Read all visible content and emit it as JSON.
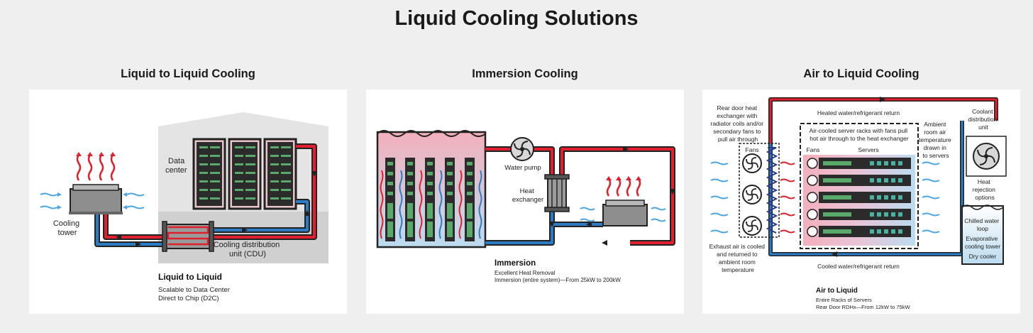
{
  "page": {
    "title": "Liquid Cooling Solutions"
  },
  "panels": [
    {
      "heading": "Liquid to Liquid Cooling",
      "labels": {
        "data_center": [
          "Data",
          "center"
        ],
        "cooling_tower": [
          "Cooling",
          "tower"
        ],
        "cdu": [
          "Cooling distribution",
          "unit (CDU)"
        ]
      },
      "caption": {
        "title": "Liquid to Liquid",
        "lines": [
          "Scalable to Data Center",
          "Direct to Chip (D2C)"
        ]
      }
    },
    {
      "heading": "Immersion Cooling",
      "labels": {
        "water_pump": "Water pump",
        "heat_exchanger": [
          "Heat",
          "exchanger"
        ]
      },
      "caption": {
        "title": "Immersion",
        "lines": [
          "Excellent Heat Removal",
          "Immersion (entire system)—From 25kW to 200kW"
        ]
      }
    },
    {
      "heading": "Air to Liquid Cooling",
      "labels": {
        "rear_door": [
          "Rear door heat",
          "exchanger with",
          "radiator coils and/or",
          "secondary fans to",
          "pull air through"
        ],
        "heated_return": "Heated water/refrigerant return",
        "cooled_return": "Cooled water/refrigerant return",
        "racks_desc": [
          "Air-cooled server racks with fans pull",
          "hot air through to the heat exchanger"
        ],
        "fans_left": "Fans",
        "fans_rack": "Fans",
        "servers": "Servers",
        "ambient": [
          "Ambient",
          "room air",
          "temperature",
          "drawn in",
          "to servers"
        ],
        "cdu": [
          "Coolant",
          "distribution",
          "unit"
        ],
        "heat_rejection": [
          "Heat",
          "rejection",
          "options"
        ],
        "chilled_loop": [
          "Chilled water",
          "loop"
        ],
        "evap_tower": [
          "Evaporative",
          "cooling tower"
        ],
        "dry_cooler": "Dry cooler",
        "exhaust": [
          "Exhaust air is cooled",
          "and returned to",
          "ambient room",
          "temperature"
        ]
      },
      "caption": {
        "title": "Air to Liquid",
        "lines": [
          "Entire Racks of Servers",
          "Rear Door RDHx—From 12kW to 75kW"
        ]
      }
    }
  ],
  "colors": {
    "hot": "#e0202e",
    "cold": "#2b7cc4",
    "dark": "#222222",
    "pink": "#f3b4c0",
    "light_blue": "#bcdcf0"
  }
}
